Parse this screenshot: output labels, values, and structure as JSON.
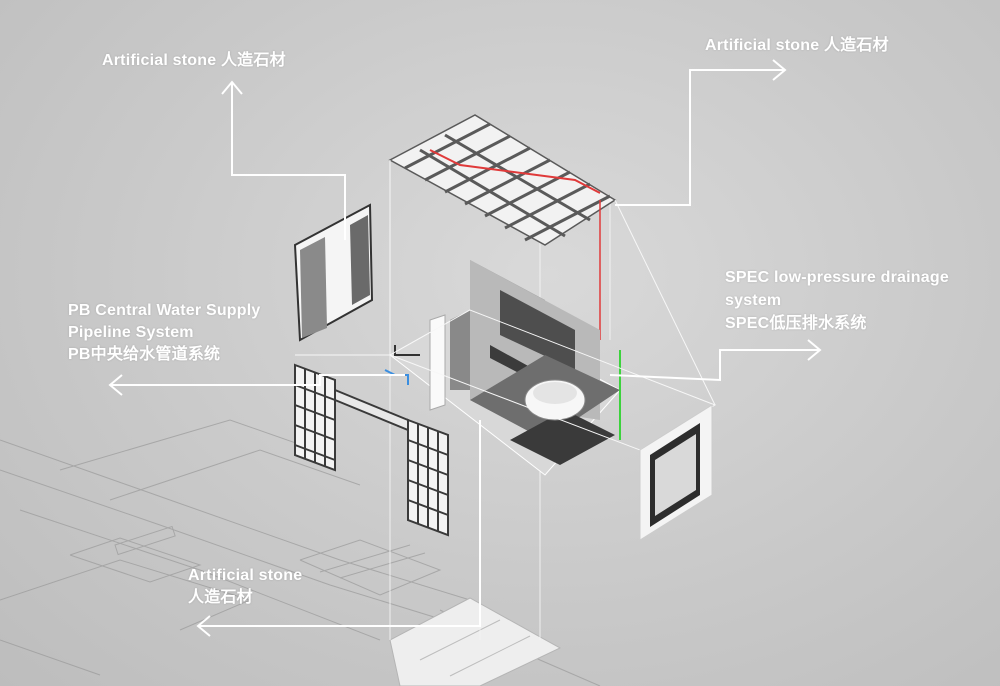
{
  "labels": {
    "top_left": {
      "line1": "Artificial stone 人造石材"
    },
    "top_right": {
      "line1": "Artificial stone 人造石材"
    },
    "mid_right": {
      "line1": "SPEC low-pressure drainage",
      "line2": "system",
      "line3": "SPEC低压排水系统"
    },
    "mid_left": {
      "line1": "PB Central Water Supply",
      "line2": "Pipeline System",
      "line3": "PB中央给水管道系统"
    },
    "bottom": {
      "line1": "Artificial stone",
      "line2": "人造石材"
    }
  },
  "colors": {
    "background": "#c9c9c9",
    "annotation": "#ffffff",
    "supply_pipe_hot": "#e03a3a",
    "supply_pipe_cold": "#3a8ee0",
    "drain_pipe": "#3cd23c",
    "floor_dark": "#4a4a4a",
    "wall_dark": "#5a5a5a"
  }
}
